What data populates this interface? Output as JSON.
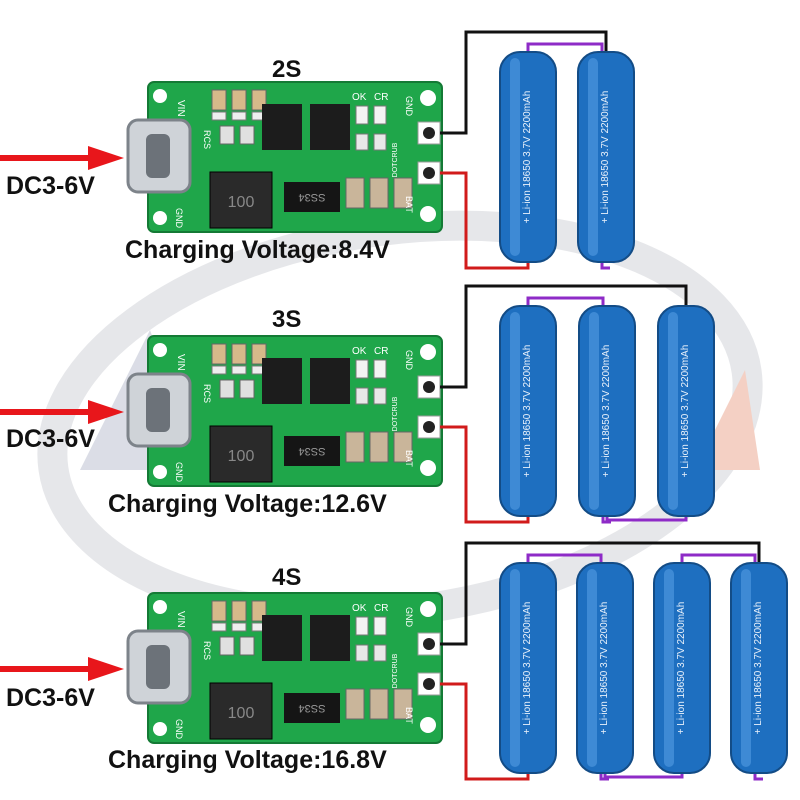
{
  "sections": [
    {
      "config": "2S",
      "input": "DC3-6V",
      "output": "Charging Voltage:8.4V",
      "cells": 2
    },
    {
      "config": "3S",
      "input": "DC3-6V",
      "output": "Charging Voltage:12.6V",
      "cells": 3
    },
    {
      "config": "4S",
      "input": "DC3-6V",
      "output": "Charging Voltage:16.8V",
      "cells": 4
    }
  ],
  "board": {
    "pin_labels": [
      "VIN",
      "GND",
      "OK",
      "CR",
      "GND",
      "BAT",
      "RCS",
      "DOTCRUB"
    ],
    "inductor_text": "100",
    "diode_text": "SS34"
  },
  "battery": {
    "text": "+ Li-ion 18650 3.7V 2200mAh"
  },
  "colors": {
    "board": "#1fa64a",
    "battery": "#1e6fc0",
    "arrow": "#e8161b",
    "wire_black": "#111111",
    "wire_red": "#d11b1b",
    "wire_purple": "#8e2bc7"
  }
}
